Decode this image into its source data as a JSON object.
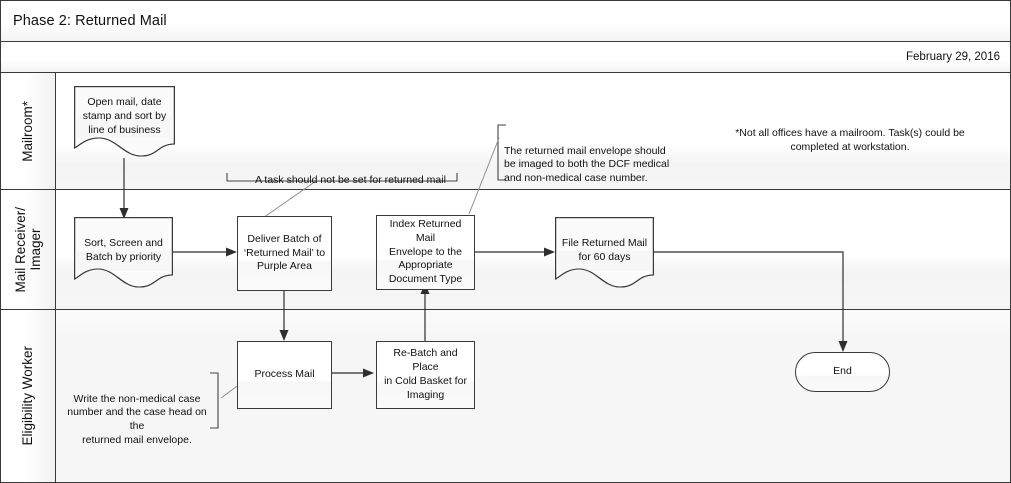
{
  "header": {
    "title": "Phase 2: Returned Mail",
    "date": "February 29, 2016"
  },
  "lanes": [
    {
      "id": "mailroom",
      "label": "Mailroom*"
    },
    {
      "id": "mail-receiver-imager",
      "label": "Mail Receiver/\nImager"
    },
    {
      "id": "eligibility-worker",
      "label": "Eligibility Worker"
    }
  ],
  "nodes": [
    {
      "id": "open-mail",
      "label": "Open mail, date\nstamp and sort by\nline of business",
      "shape": "document",
      "lane": "mailroom"
    },
    {
      "id": "sort-screen-batch",
      "label": "Sort, Screen and\nBatch by priority",
      "shape": "document",
      "lane": "mail-receiver-imager"
    },
    {
      "id": "deliver-batch",
      "label": "Deliver Batch of\n‘Returned Mail’ to\nPurple Area",
      "shape": "process",
      "lane": "mail-receiver-imager"
    },
    {
      "id": "index-returned-mail",
      "label": "Index Returned Mail\nEnvelope to the\nAppropriate\nDocument Type",
      "shape": "process",
      "lane": "mail-receiver-imager"
    },
    {
      "id": "file-returned-mail",
      "label": "File Returned Mail\nfor 60 days",
      "shape": "document",
      "lane": "mail-receiver-imager"
    },
    {
      "id": "process-mail",
      "label": "Process Mail",
      "shape": "process",
      "lane": "eligibility-worker"
    },
    {
      "id": "re-batch",
      "label": "Re-Batch and Place\nin Cold Basket for\nImaging",
      "shape": "process",
      "lane": "eligibility-worker"
    },
    {
      "id": "end",
      "label": "End",
      "shape": "terminator",
      "lane": "eligibility-worker"
    }
  ],
  "annotations": [
    {
      "id": "task-note",
      "text": "A task should not be set for returned mail"
    },
    {
      "id": "envelope-note",
      "text": "The returned mail envelope should\nbe imaged to both the DCF medical\nand non-medical case number."
    },
    {
      "id": "write-case-note",
      "text": "Write the non-medical case\nnumber and the case head on the\nreturned mail envelope."
    }
  ],
  "footnote": {
    "text": "*Not all offices have a mailroom.  Task(s) could be\ncompleted at workstation."
  },
  "colors": {
    "stroke": "#2e2e2e",
    "frame": "#3a3a3a",
    "node_fill": "#ffffff",
    "lane_fill": "#f6f6f6",
    "text": "#111111"
  }
}
